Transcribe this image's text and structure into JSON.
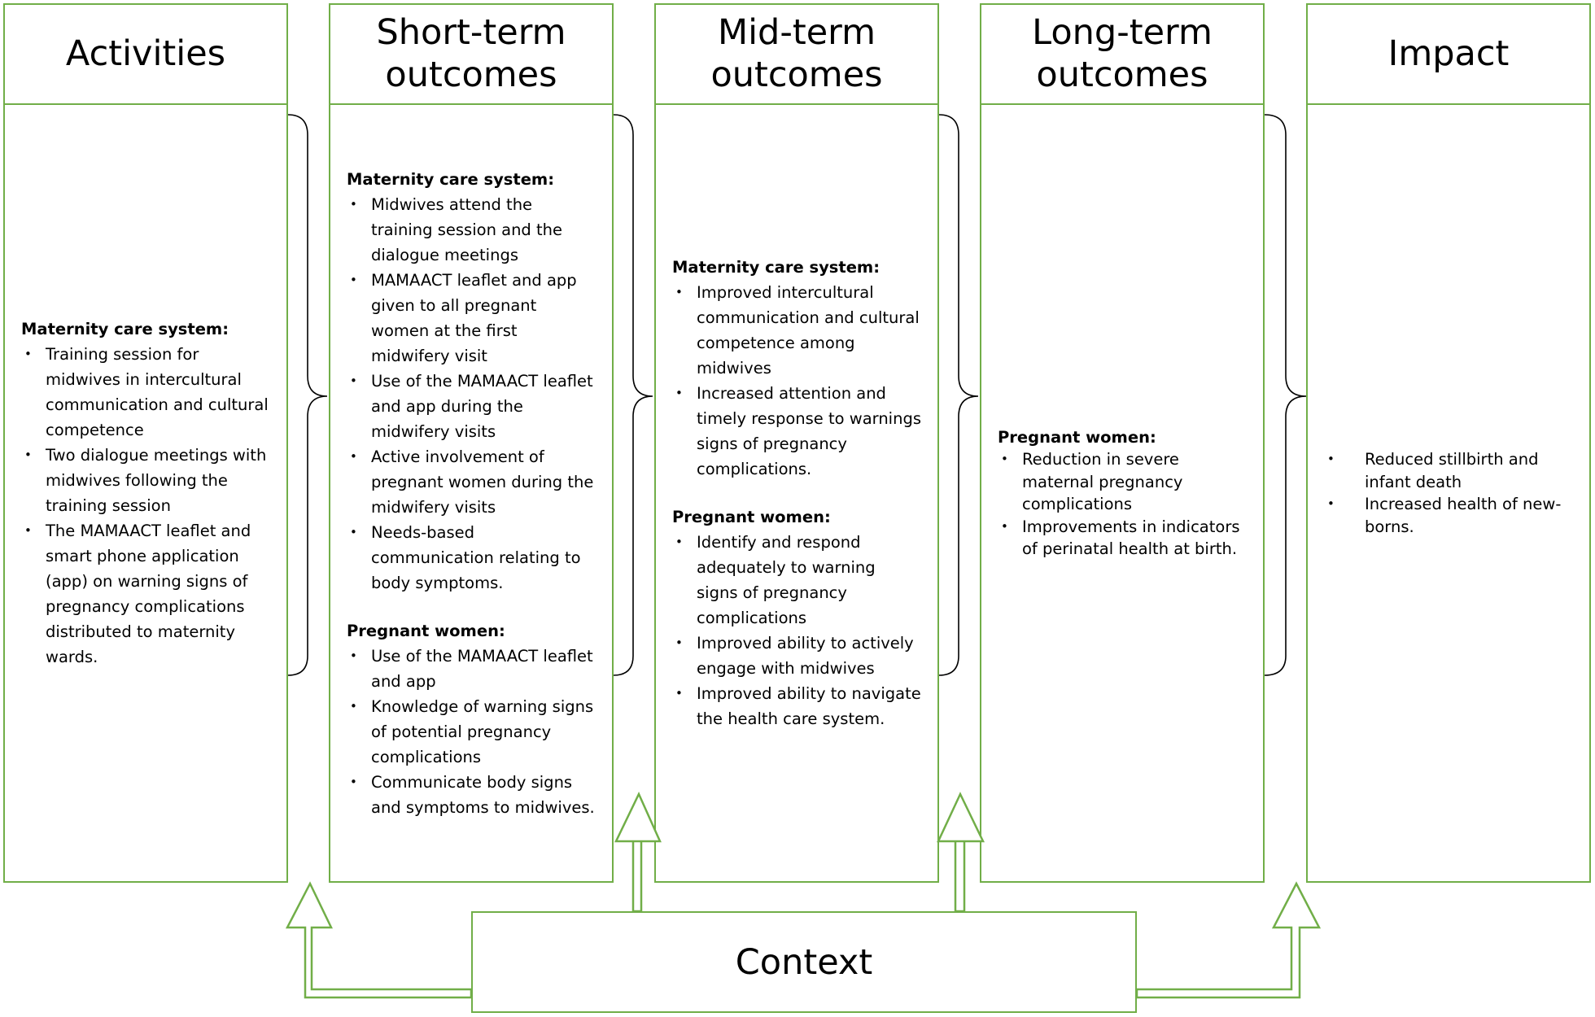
{
  "columns": [
    {
      "title": "Activities",
      "groups": [
        {
          "heading": "Maternity care system:",
          "items": [
            "Training session for midwives in intercultural communication and cultural competence",
            "Two dialogue meetings with midwives following the training session",
            "The MAMAACT leaflet and smart phone application (app) on warning signs of pregnancy complications distributed to maternity wards."
          ]
        }
      ]
    },
    {
      "title": "Short-term\noutcomes",
      "groups": [
        {
          "heading": "Maternity care system:",
          "items": [
            "Midwives attend the training session and the dialogue meetings",
            "MAMAACT leaflet and app given to all pregnant women at the first midwifery visit",
            "Use of the MAMAACT leaflet and app during the midwifery visits",
            "Active involvement of pregnant women during the midwifery visits",
            "Needs-based communication relating to body symptoms."
          ]
        },
        {
          "heading": "Pregnant women:",
          "items": [
            "Use of the MAMAACT leaflet and app",
            "Knowledge of warning signs of potential pregnancy complications",
            "Communicate body signs and symptoms to midwives."
          ]
        }
      ]
    },
    {
      "title": "Mid-term\noutcomes",
      "groups": [
        {
          "heading": "Maternity care system:",
          "items": [
            "Improved intercultural communication and cultural competence among midwives",
            "Increased attention and timely response to warnings signs of pregnancy complications."
          ]
        },
        {
          "heading": "Pregnant women:",
          "items": [
            "Identify and respond adequately to warning signs of pregnancy complications",
            "Improved ability to actively engage with midwives",
            "Improved ability to navigate the health care system."
          ]
        }
      ]
    },
    {
      "title": "Long-term\noutcomes",
      "groups": [
        {
          "heading": "Pregnant women:",
          "items": [
            "Reduction in severe maternal pregnancy complications",
            "Improvements in indicators of perinatal health at birth."
          ]
        }
      ]
    },
    {
      "title": "Impact",
      "groups": [
        {
          "heading": "",
          "items": [
            "Reduced stillbirth and infant death",
            "Increased health of new-borns."
          ]
        }
      ]
    }
  ],
  "context": {
    "label": "Context"
  },
  "colors": {
    "border": "#71ae48",
    "bracket": "#000000"
  }
}
